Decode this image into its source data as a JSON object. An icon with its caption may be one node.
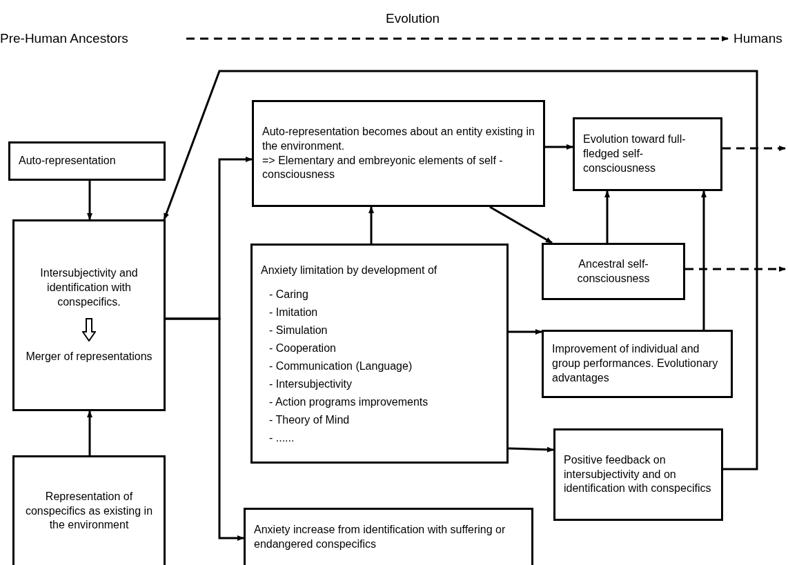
{
  "diagram": {
    "nodes": [
      {
        "text": [
          "Pre-Human Ancestors"
        ]
      },
      {
        "text": [
          "Humans"
        ]
      },
      {
        "text": [
          "Auto-representation"
        ]
      },
      {
        "text": [
          "Intersubjectivity and identification with conspecifics.",
          "Merger of representations"
        ]
      },
      {
        "text": [
          "Representation of conspecifics as existing in the environment"
        ]
      },
      {
        "text": [
          "Auto-representation becomes about an entity existing in the environment.",
          "=> Elementary and embreyonic elements of self -consciousness"
        ]
      },
      {
        "text": [
          "Evolution toward full-fledged self-consciousness"
        ]
      },
      {
        "text": [
          "Ancestral self-consciousness"
        ]
      },
      {
        "text": [
          "Anxiety limitation by development of",
          "- Caring",
          "- Imitation",
          "- Simulation",
          "- Cooperation",
          "- Communication (Language)",
          "- Intersubjectivity",
          "- Action programs improvements",
          "- Theory of Mind",
          "- ......"
        ]
      },
      {
        "text": [
          "Improvement of individual and group performances. Evolutionary advantages"
        ]
      },
      {
        "text": [
          "Positive feedback on intersubjectivity and on identification with conspecifics"
        ]
      },
      {
        "text": [
          "Anxiety increase from identification with suffering or endangered conspecifics"
        ]
      }
    ],
    "edges": [
      {
        "from": 0,
        "to": 1,
        "arrow": "to",
        "label": "Evolution",
        "style": "dashed"
      },
      {
        "from": 2,
        "to": 3,
        "arrow": "to"
      },
      {
        "from": 4,
        "to": 3,
        "arrow": "to"
      },
      {
        "from": 3,
        "to": 5,
        "arrow": "to"
      },
      {
        "from": 3,
        "to": 11,
        "arrow": "to"
      },
      {
        "from": 5,
        "to": 6,
        "arrow": "to"
      },
      {
        "from": 5,
        "to": 7,
        "arrow": "to"
      },
      {
        "from": 8,
        "to": 5,
        "arrow": "to"
      },
      {
        "from": 7,
        "to": 6,
        "arrow": "to"
      },
      {
        "from": 9,
        "to": 6,
        "arrow": "to"
      },
      {
        "from": 8,
        "to": 9,
        "arrow": "to"
      },
      {
        "from": 8,
        "to": 10,
        "arrow": "to"
      },
      {
        "from": 10,
        "to": 3,
        "arrow": "to"
      },
      {
        "from": 6,
        "to": null,
        "arrow": "to",
        "style": "dashed"
      },
      {
        "from": 7,
        "to": null,
        "arrow": "to",
        "style": "dashed"
      }
    ]
  }
}
